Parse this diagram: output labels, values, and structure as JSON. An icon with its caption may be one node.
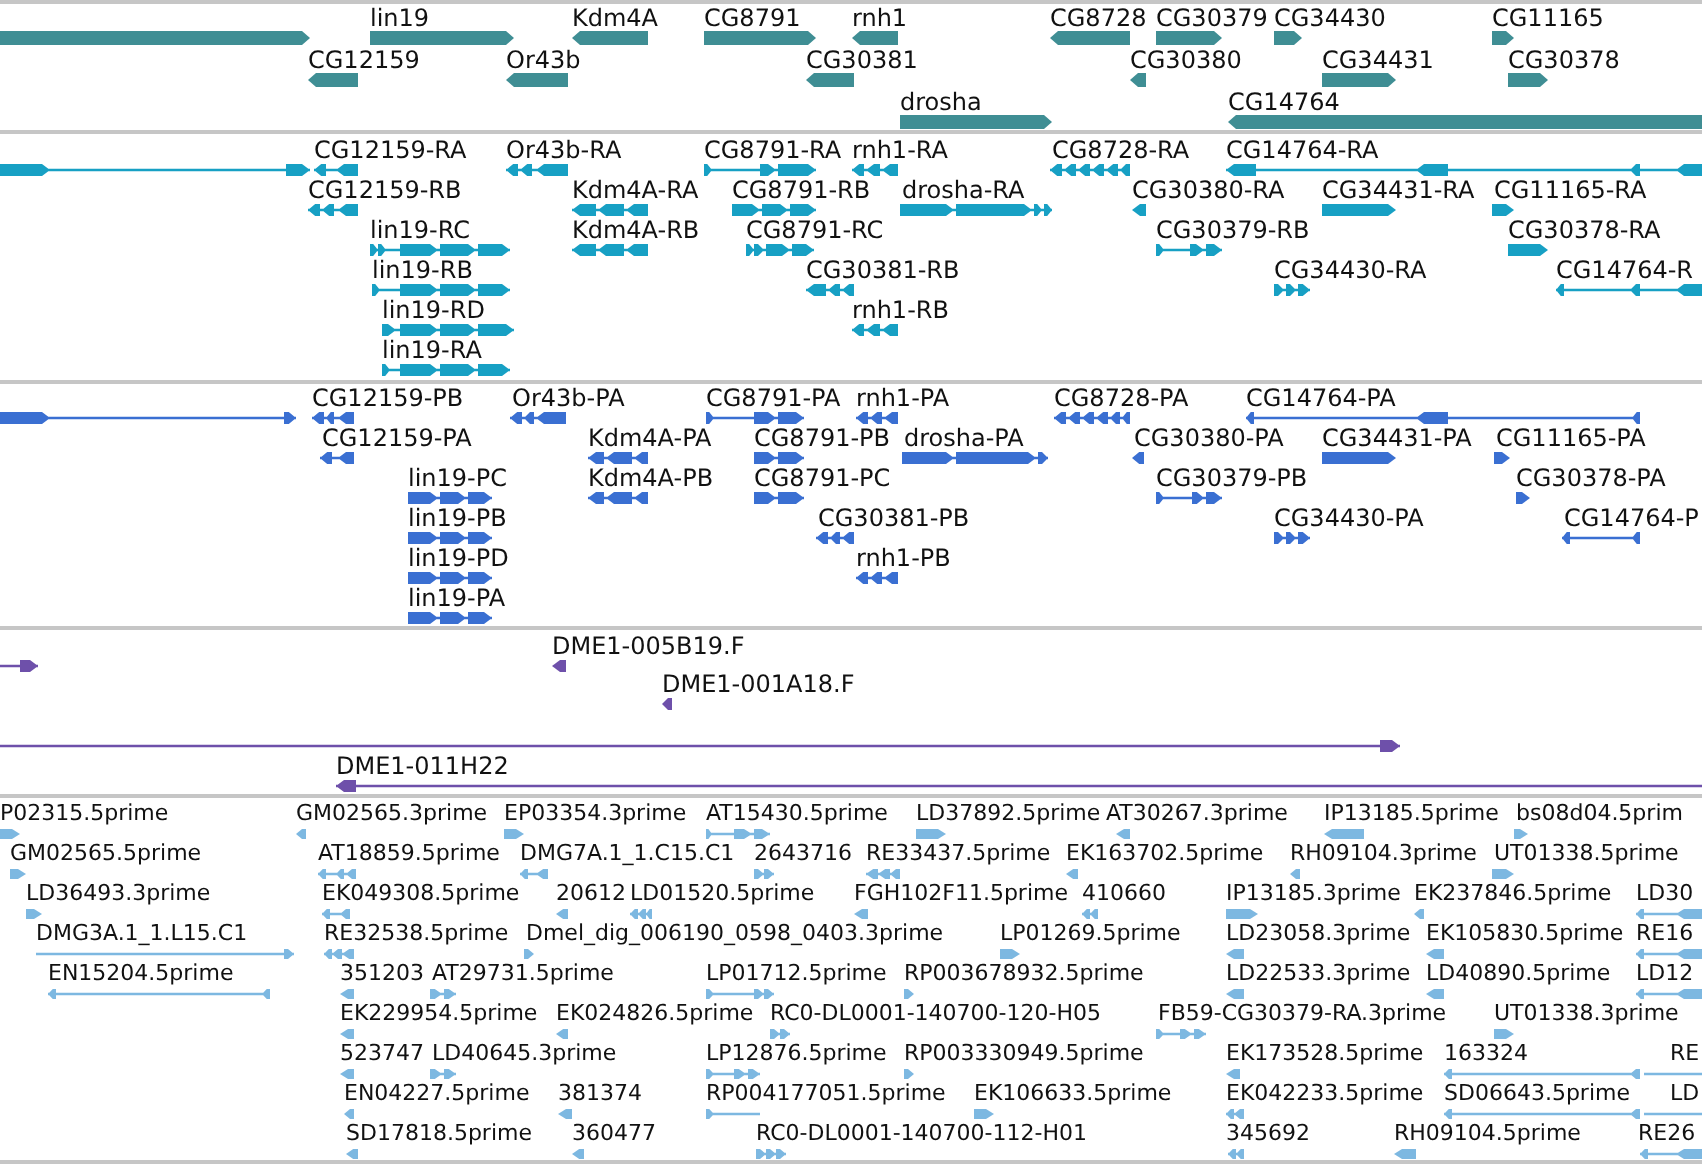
{
  "diagram": {
    "labels": [
      "lin19",
      "Kdm4A",
      "CG8791",
      "rnh1",
      "CG8728",
      "CG30379",
      "CG34430",
      "CG11165",
      "CG12159",
      "Or43b",
      "CG30381",
      "CG30380",
      "CG34431",
      "CG30378",
      "drosha",
      "CG14764",
      "CG12159-RA",
      "Or43b-RA",
      "CG8791-RA",
      "rnh1-RA",
      "CG8728-RA",
      "CG14764-RA",
      "CG12159-RB",
      "Kdm4A-RA",
      "CG8791-RB",
      "drosha-RA",
      "CG30380-RA",
      "CG34431-RA",
      "CG11165-RA",
      "lin19-RC",
      "Kdm4A-RB",
      "CG8791-RC",
      "CG30379-RB",
      "CG30378-RA",
      "lin19-RB",
      "CG30381-RB",
      "CG34430-RA",
      "CG14764-R",
      "lin19-RD",
      "rnh1-RB",
      "lin19-RA",
      "CG12159-PB",
      "Or43b-PA",
      "CG8791-PA",
      "rnh1-PA",
      "CG8728-PA",
      "CG14764-PA",
      "CG12159-PA",
      "Kdm4A-PA",
      "CG8791-PB",
      "drosha-PA",
      "CG30380-PA",
      "CG34431-PA",
      "CG11165-PA",
      "lin19-PC",
      "Kdm4A-PB",
      "CG8791-PC",
      "CG30379-PB",
      "CG30378-PA",
      "lin19-PB",
      "CG30381-PB",
      "CG34430-PA",
      "CG14764-P",
      "lin19-PD",
      "rnh1-PB",
      "lin19-PA",
      "DME1-005B19.F",
      "DME1-001A18.F",
      "DME1-011H22",
      "P02315.5prime",
      "GM02565.3prime",
      "EP03354.3prime",
      "AT15430.5prime",
      "LD37892.5prime",
      "AT30267.3prime",
      "IP13185.5prime",
      "bs08d04.5prim",
      "GM02565.5prime",
      "AT18859.5prime",
      "DMG7A.1_1.C15.C1",
      "2643716",
      "RE33437.5prime",
      "EK163702.5prime",
      "RH09104.3prime",
      "UT01338.5prime",
      "LD36493.3prime",
      "EK049308.5prime",
      "20612",
      "LD01520.5prime",
      "FGH102F11.5prime",
      "410660",
      "IP13185.3prime",
      "EK237846.5prime",
      "LD30",
      "DMG3A.1_1.L15.C1",
      "RE32538.5prime",
      "Dmel_dig_006190_0598_0403.3prime",
      "LP01269.5prime",
      "LD23058.3prime",
      "EK105830.5prime",
      "RE16",
      "EN15204.5prime",
      "351203",
      "AT29731.5prime",
      "LP01712.5prime",
      "RP003678932.5prime",
      "LD22533.3prime",
      "LD40890.5prime",
      "LD12",
      "EK229954.5prime",
      "EK024826.5prime",
      "RC0-DL0001-140700-120-H05",
      "FB59-CG30379-RA.3prime",
      "UT01338.3prime",
      "523747",
      "LD40645.3prime",
      "LP12876.5prime",
      "RP003330949.5prime",
      "EK173528.5prime",
      "163324",
      "RE",
      "EN04227.5prime",
      "381374",
      "RP004177051.5prime",
      "EK106633.5prime",
      "EK042233.5prime",
      "SD06643.5prime",
      "LD",
      "SD17818.5prime",
      "360477",
      "RC0-DL0001-140700-112-H01",
      "345692",
      "RH09104.5prime",
      "RE26"
    ]
  }
}
